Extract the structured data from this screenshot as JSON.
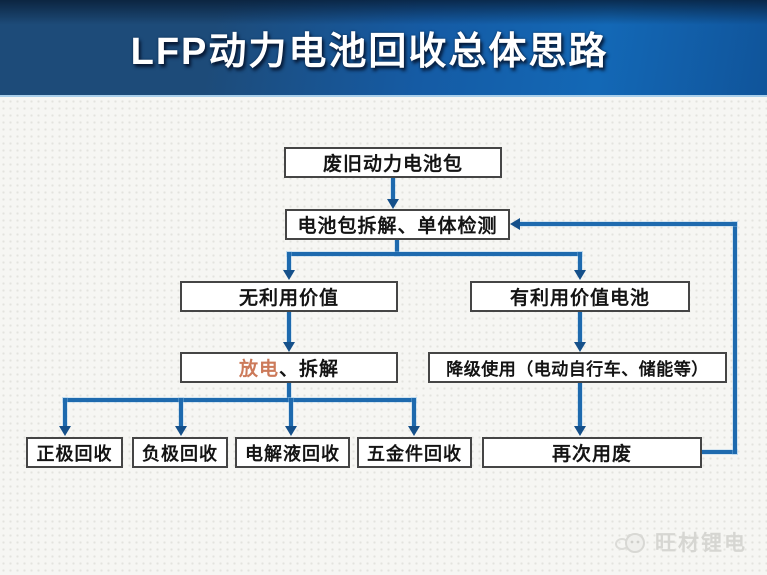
{
  "slide": {
    "title": "LFP动力电池回收总体思路",
    "watermark": {
      "text": "旺材锂电"
    }
  },
  "flowchart": {
    "nodes": [
      {
        "id": "waste-battery-pack",
        "label": "废旧动力电池包"
      },
      {
        "id": "pack-disassembly-cell-testing",
        "label": "电池包拆解、单体检测"
      },
      {
        "id": "no-use-value",
        "label": "无利用价值"
      },
      {
        "id": "useful-value-battery",
        "label": "有利用价值电池"
      },
      {
        "id": "discharge-dismantle",
        "highlight": "放电",
        "rest": "、拆解"
      },
      {
        "id": "downgrade-use",
        "label": "降级使用（电动自行车、储能等）"
      },
      {
        "id": "cathode-recycle",
        "label": "正极回收"
      },
      {
        "id": "anode-recycle",
        "label": "负极回收"
      },
      {
        "id": "electrolyte-recycle",
        "label": "电解液回收"
      },
      {
        "id": "hardware-recycle",
        "label": "五金件回收"
      },
      {
        "id": "waste-again",
        "label": "再次用废"
      }
    ],
    "colors": {
      "arrow_blue": "#1e6aae",
      "arrowhead_blue": "#15508a",
      "highlight_orange": "#cc7a5a",
      "header_blue_dark": "#1d4b79",
      "header_blue_bright": "#1368b6",
      "box_border": "#454545"
    }
  }
}
